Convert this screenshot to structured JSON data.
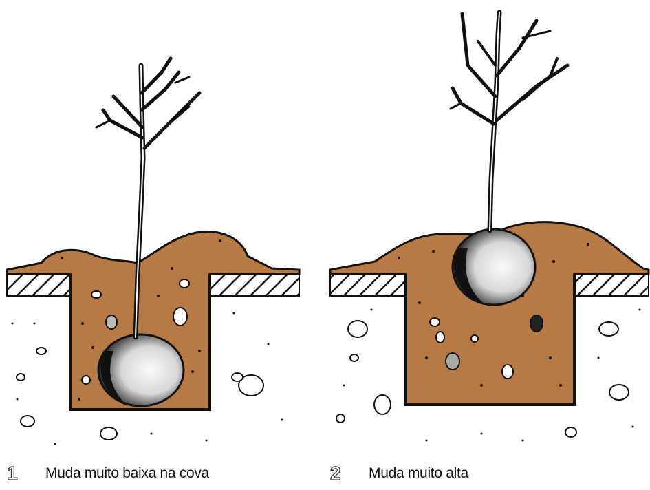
{
  "panels": [
    {
      "number": "1",
      "caption": "Muda muito baixa na cova"
    },
    {
      "number": "2",
      "caption": "Muda muito alta"
    }
  ],
  "colors": {
    "soil_fill": "#B87A45",
    "ink": "#111111",
    "background": "#FFFFFF",
    "root_ball_dark": "#1a1a1a",
    "root_ball_light": "#f2f2f2"
  }
}
